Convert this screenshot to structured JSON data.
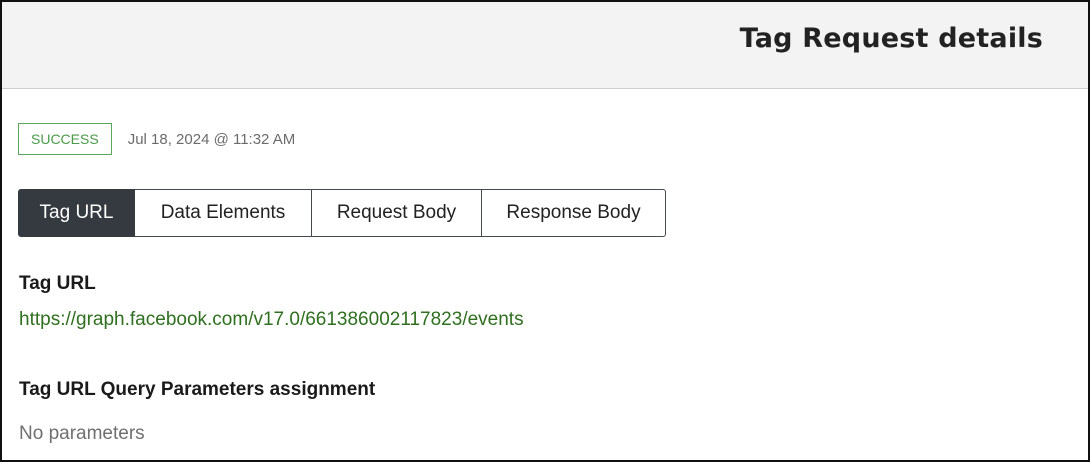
{
  "header": {
    "title": "Tag Request details"
  },
  "status": {
    "badge": "SUCCESS",
    "timestamp": "Jul 18, 2024 @ 11:32 AM"
  },
  "tabs": [
    {
      "label": "Tag URL",
      "active": true
    },
    {
      "label": "Data Elements",
      "active": false
    },
    {
      "label": "Request Body",
      "active": false
    },
    {
      "label": "Response Body",
      "active": false
    }
  ],
  "tag_url_section": {
    "heading": "Tag URL",
    "url": "https://graph.facebook.com/v17.0/661386002117823/events"
  },
  "query_params_section": {
    "heading": "Tag URL Query Parameters assignment",
    "empty_text": "No parameters"
  },
  "colors": {
    "success": "#4a9a4a",
    "link": "#2f6f1f",
    "active_tab_bg": "#343a40",
    "header_bg": "#f3f3f3"
  }
}
